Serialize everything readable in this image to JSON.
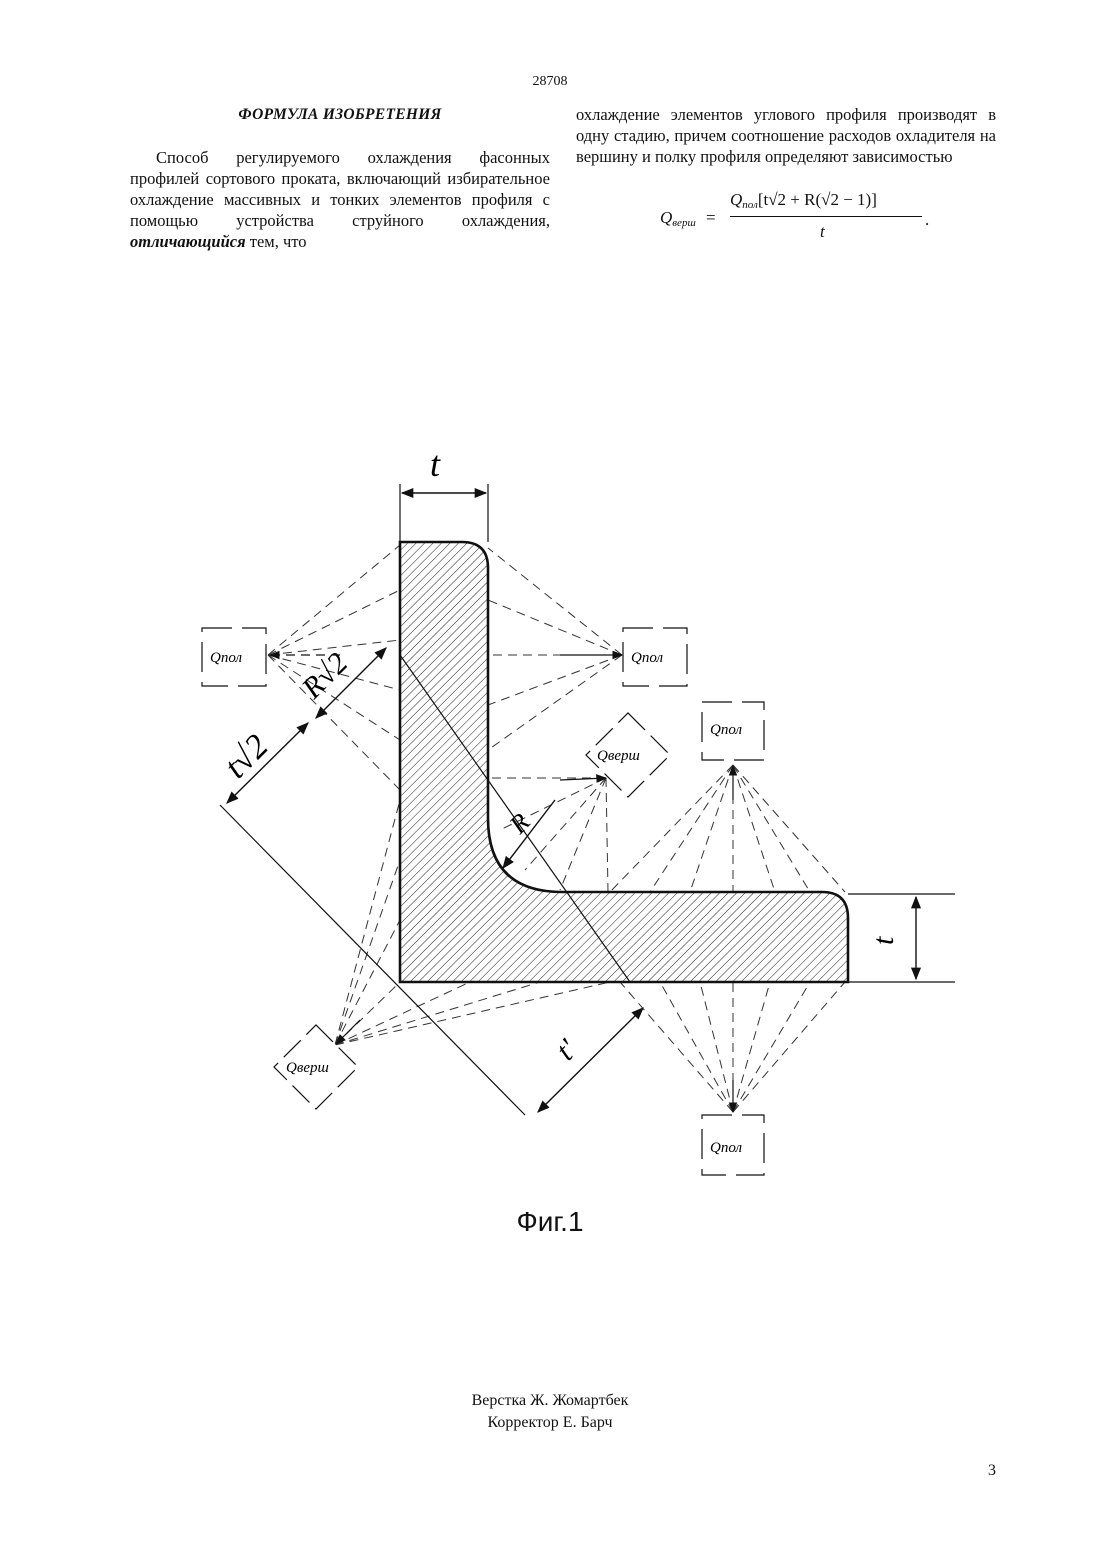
{
  "header": {
    "patent_number": "28708"
  },
  "left_column": {
    "heading": "ФОРМУЛА ИЗОБРЕТЕНИЯ",
    "text_before": "Способ регулируемого охлаждения фасонных профилей сортового проката, включающий избирательное охлаждение массивных и тонких элементов профиля с помощью устройства струйного охлаждения, ",
    "emphasis": "отличающийся",
    "text_after": " тем, что"
  },
  "right_column": {
    "text": "охлаждение элементов углового профиля производят в одну стадию, причем соотношение расходов охладителя на вершину и полку профиля определяют зависимостью"
  },
  "formula": {
    "lhs_symbol": "Q",
    "lhs_subscript": "верш",
    "equals": "=",
    "num_symbol": "Q",
    "num_subscript": "пол",
    "num_expr": "[t√2 + R(√2 − 1)]",
    "denominator": "t",
    "end": "."
  },
  "drawing": {
    "dimension_t": "t",
    "label_t_sqrt2": "t√2",
    "label_r_sqrt2": "R√2",
    "label_r": "R",
    "label_t_prime": "t'",
    "box_q_pol": "Qпол",
    "box_q_versh": "Qверш"
  },
  "figure_caption": "Фиг.1",
  "footer": {
    "layout_credit": "Верстка Ж. Жомартбек",
    "proofreader_credit": "Корректор Е. Барч"
  },
  "page_number": "3"
}
